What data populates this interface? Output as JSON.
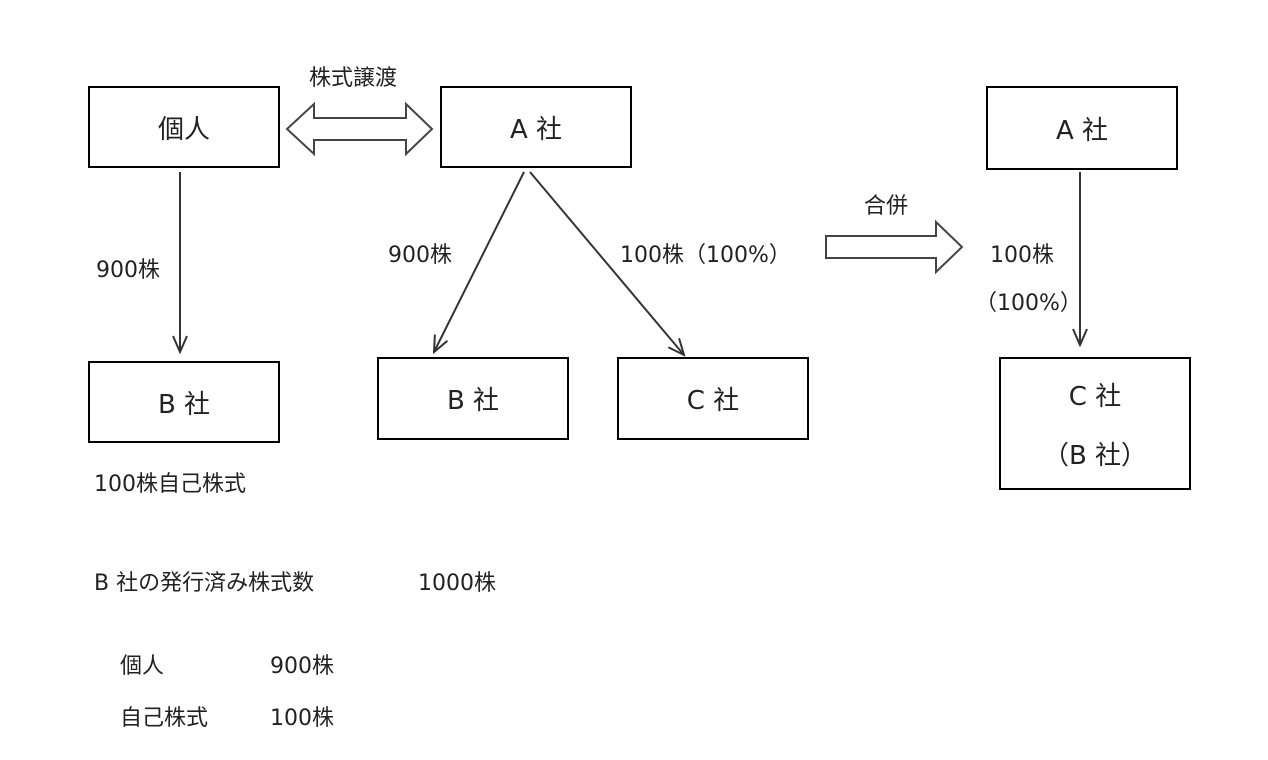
{
  "boxes": {
    "individual": "個人",
    "a_left": "A 社",
    "b_left": "B 社",
    "b_mid": "B 社",
    "c_mid": "C 社",
    "a_right": "A 社",
    "c_right_line1": "C 社",
    "c_right_line2": "（B 社）"
  },
  "labels": {
    "share_transfer": "株式譲渡",
    "merger": "合併",
    "shares_individual_to_b": "900株",
    "treasury_note": "100株自己株式",
    "shares_a_to_b": "900株",
    "shares_a_to_c": "100株（100%）",
    "shares_a_to_c_right_1": "100株",
    "shares_a_to_c_right_2": "（100%）"
  },
  "summary": {
    "title": "B 社の発行済み株式数",
    "total": "1000株",
    "rows": [
      {
        "label": "個人",
        "value": "900株"
      },
      {
        "label": "自己株式",
        "value": "100株"
      }
    ]
  }
}
